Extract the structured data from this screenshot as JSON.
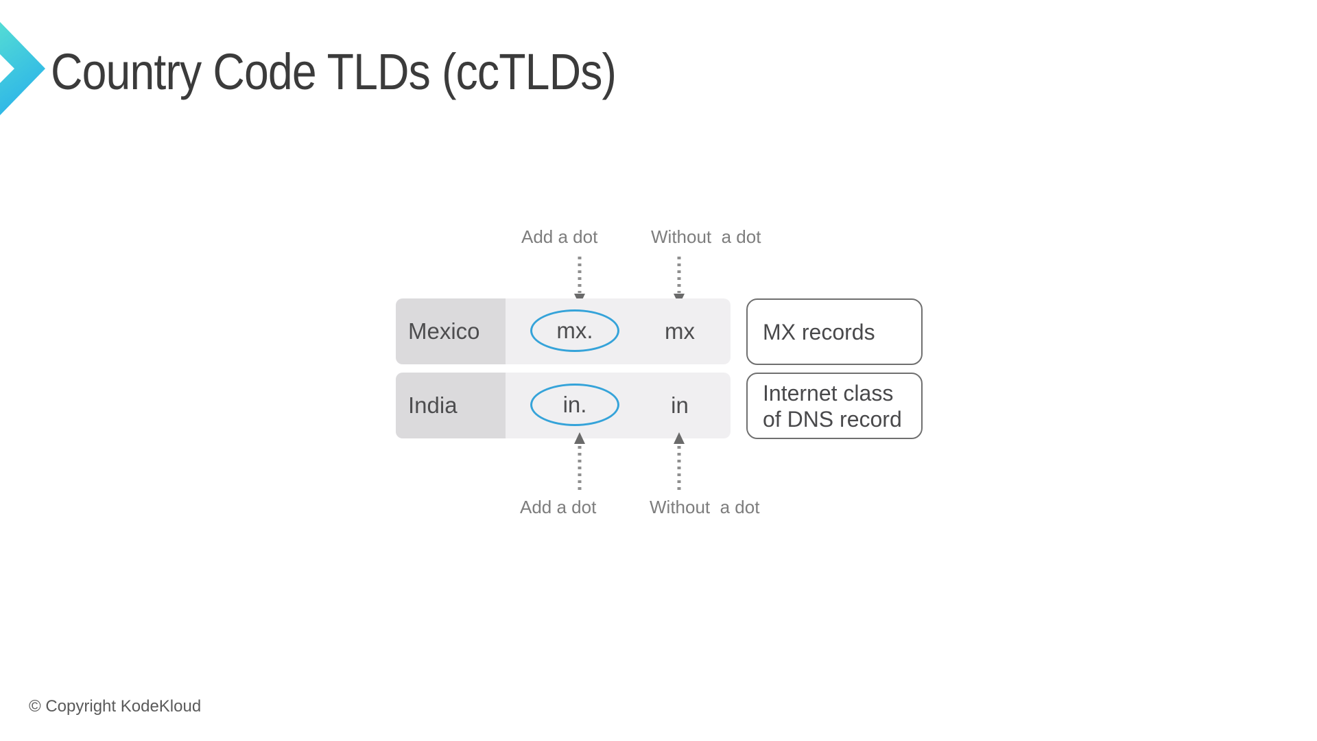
{
  "slide": {
    "title": "Country Code TLDs (ccTLDs)",
    "copyright": "© Copyright KodeKloud"
  },
  "colors": {
    "ellipse_blue": "#35a3d9",
    "logo_gradient_top": "#55ddd4",
    "logo_gradient_bottom": "#2cb4e9",
    "row_background": "#f0eff1",
    "country_cell_background": "#dbdadc",
    "note_box_border": "#6f6f6f",
    "dark_text": "#4d4d4f",
    "flow_label_gray": "#7d7d7d",
    "arrow_gray": "#8f8f8f"
  },
  "diagram": {
    "top_labels": {
      "add": "Add a dot",
      "without": "Without  a dot"
    },
    "bottom_labels": {
      "add": "Add a dot",
      "without": "Without  a dot"
    },
    "rows": [
      {
        "country": "Mexico",
        "with_dot": "mx.",
        "without_dot": "mx",
        "note": "MX records"
      },
      {
        "country": "India",
        "with_dot": "in.",
        "without_dot": "in",
        "note": "Internet class of DNS record"
      }
    ]
  }
}
